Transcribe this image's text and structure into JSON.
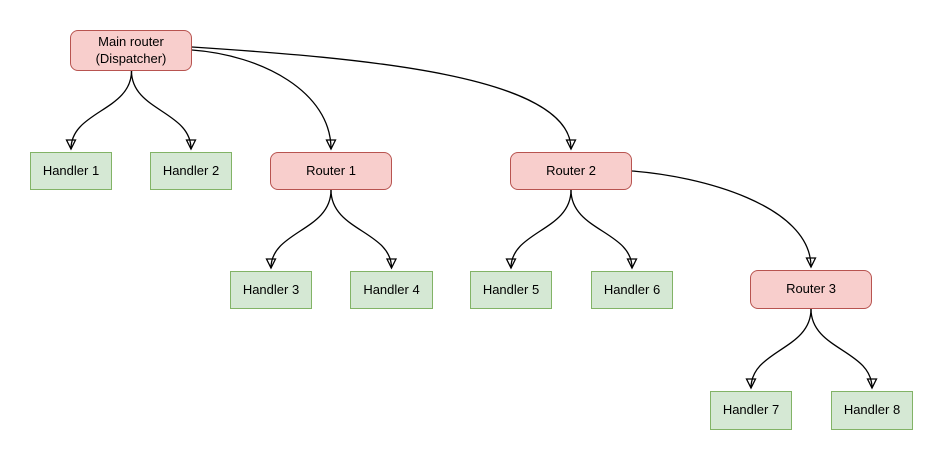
{
  "diagram": {
    "nodes": {
      "main_router": {
        "label": "Main router\n(Dispatcher)",
        "type": "router"
      },
      "handler_1": {
        "label": "Handler 1",
        "type": "handler"
      },
      "handler_2": {
        "label": "Handler 2",
        "type": "handler"
      },
      "router_1": {
        "label": "Router 1",
        "type": "router"
      },
      "router_2": {
        "label": "Router 2",
        "type": "router"
      },
      "handler_3": {
        "label": "Handler 3",
        "type": "handler"
      },
      "handler_4": {
        "label": "Handler 4",
        "type": "handler"
      },
      "handler_5": {
        "label": "Handler 5",
        "type": "handler"
      },
      "handler_6": {
        "label": "Handler 6",
        "type": "handler"
      },
      "router_3": {
        "label": "Router 3",
        "type": "router"
      },
      "handler_7": {
        "label": "Handler 7",
        "type": "handler"
      },
      "handler_8": {
        "label": "Handler 8",
        "type": "handler"
      }
    },
    "edges": [
      {
        "from": "main_router",
        "to": "handler_1"
      },
      {
        "from": "main_router",
        "to": "handler_2"
      },
      {
        "from": "main_router",
        "to": "router_1"
      },
      {
        "from": "main_router",
        "to": "router_2"
      },
      {
        "from": "router_1",
        "to": "handler_3"
      },
      {
        "from": "router_1",
        "to": "handler_4"
      },
      {
        "from": "router_2",
        "to": "handler_5"
      },
      {
        "from": "router_2",
        "to": "handler_6"
      },
      {
        "from": "router_2",
        "to": "router_3"
      },
      {
        "from": "router_3",
        "to": "handler_7"
      },
      {
        "from": "router_3",
        "to": "handler_8"
      }
    ],
    "colors": {
      "router_fill": "#f8cecc",
      "router_border": "#b85450",
      "handler_fill": "#d5e8d4",
      "handler_border": "#82b366",
      "edge": "#000000",
      "background": "#ffffff"
    }
  }
}
